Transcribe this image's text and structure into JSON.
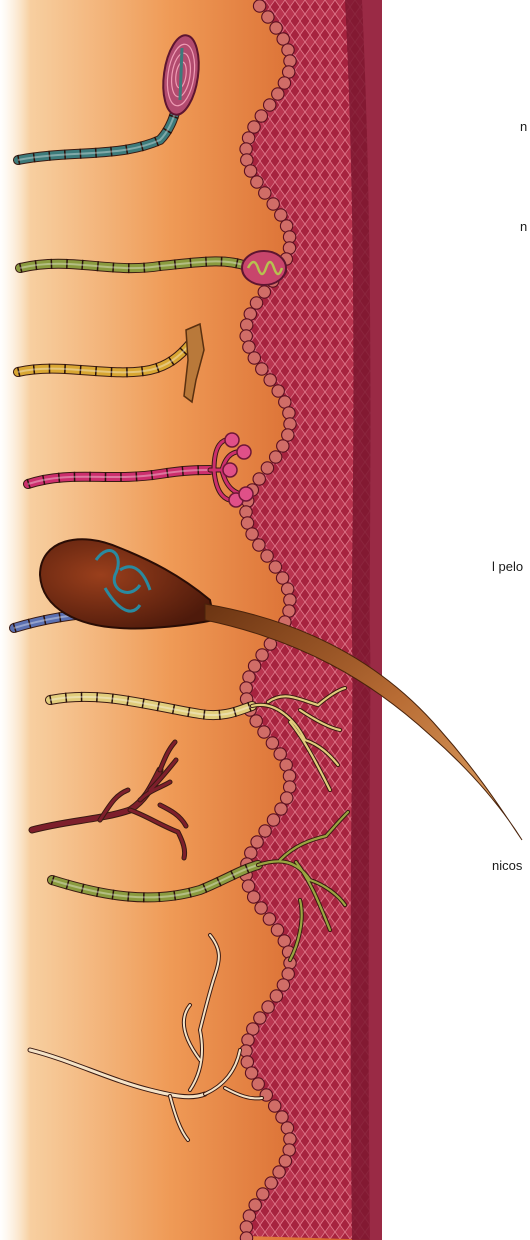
{
  "labels": {
    "lbl1": "n",
    "lbl2": "n",
    "lbl3": "l pelo",
    "lbl4": "nicos"
  },
  "colors": {
    "tissue_light": "#f6c28c",
    "tissue_mid": "#e7823f",
    "tissue_dark": "#c9612a",
    "epidermis": "#b42a48",
    "epidermis_dark": "#7c1730",
    "basal_cell": "#d06d67",
    "nerve_teal": "#3d7b7b",
    "nerve_olive": "#8a9b3f",
    "nerve_gold": "#d9a733",
    "nerve_magenta": "#cc2f6d",
    "nerve_blue": "#5b70b1",
    "nerve_cream": "#e1cd7c",
    "nerve_brown": "#7d1f2c",
    "nerve_pale": "#f4e3c7",
    "hair": "#8c4b1b",
    "follicle": "#6e2713"
  },
  "structures": [
    "pacinian-corpuscle",
    "meissner-corpuscle",
    "merkel-disc",
    "ruffini-ending",
    "hair-follicle-receptor",
    "free-nerve-ending-1",
    "free-nerve-ending-2",
    "free-nerve-ending-3",
    "free-nerve-ending-4"
  ]
}
